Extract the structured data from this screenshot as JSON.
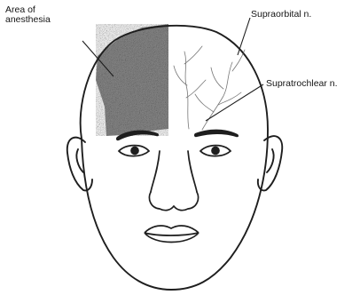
{
  "labels": {
    "area_of_anesthesia": "Area of anesthesia",
    "supraorbital_nerve": "Supraorbital  n.",
    "supratrochlear_nerve": "Supratrochlear  n."
  },
  "colors": {
    "line": "#1e1e1e",
    "anesthesia_shading": "#8a8a8a",
    "background": "#ffffff"
  }
}
